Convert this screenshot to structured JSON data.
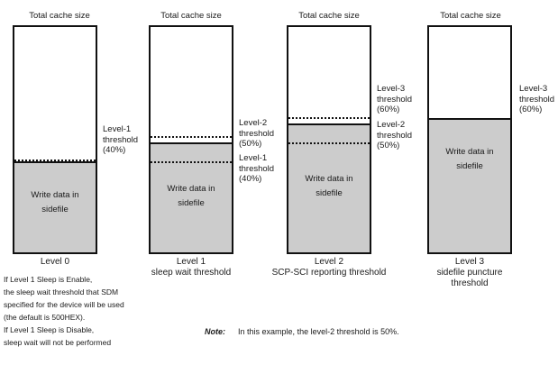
{
  "diagram": {
    "title_common": "Total cache size",
    "fill_label_line1": "Write data in",
    "fill_label_line2": "sidefile",
    "columns": [
      {
        "id": "level-0",
        "title": "Total cache size",
        "fill_percent": 40,
        "caption": [
          "Level 0"
        ],
        "thresholds": [
          {
            "name": "Level-1 threshold",
            "value": "40%",
            "line1": "Level-1",
            "line2": "threshold",
            "line3": "(40%)",
            "percent": 40,
            "style": "dotted"
          }
        ],
        "description": [
          "If Level 1 Sleep is Enable,",
          "the sleep wait threshold that SDM",
          "specified for the device will be used",
          "(the default is 500HEX).",
          "If Level 1 Sleep is Disable,",
          "sleep wait will not be performed"
        ]
      },
      {
        "id": "level-1",
        "title": "Total cache size",
        "fill_percent": 50,
        "caption": [
          "Level 1",
          "sleep wait threshold"
        ],
        "thresholds": [
          {
            "name": "Level-2 threshold",
            "value": "50%",
            "line1": "Level-2",
            "line2": "threshold",
            "line3": "(50%)",
            "percent": 50,
            "style": "dotted"
          },
          {
            "name": "Level-1 threshold",
            "value": "40%",
            "line1": "Level-1",
            "line2": "threshold",
            "line3": "(40%)",
            "percent": 40,
            "style": "dotted"
          }
        ],
        "description": []
      },
      {
        "id": "level-2",
        "title": "Total cache size",
        "fill_percent": 60,
        "caption": [
          "Level 2",
          "SCP-SCI reporting threshold"
        ],
        "thresholds": [
          {
            "name": "Level-3 threshold",
            "value": "60%",
            "line1": "Level-3",
            "line2": "threshold",
            "line3": "(60%)",
            "percent": 60,
            "style": "dotted"
          },
          {
            "name": "Level-2 threshold",
            "value": "50%",
            "line1": "Level-2",
            "line2": "threshold",
            "line3": "(50%)",
            "percent": 50,
            "style": "dotted"
          }
        ],
        "description": []
      },
      {
        "id": "level-3",
        "title": "Total cache size",
        "fill_percent": 60,
        "caption": [
          "Level 3",
          "sidefile puncture",
          "threshold"
        ],
        "thresholds": [
          {
            "name": "Level-3 threshold",
            "value": "60%",
            "line1": "Level-3",
            "line2": "threshold",
            "line3": "(60%)",
            "percent": 60,
            "style": "solid"
          }
        ],
        "description": []
      }
    ],
    "note": {
      "label": "Note:",
      "text": "In this example, the level-2 threshold is 50%."
    },
    "colors": {
      "sidefile_fill": "#cccccc",
      "outline": "#111111",
      "background": "#ffffff",
      "text": "#1a1a1a"
    }
  }
}
